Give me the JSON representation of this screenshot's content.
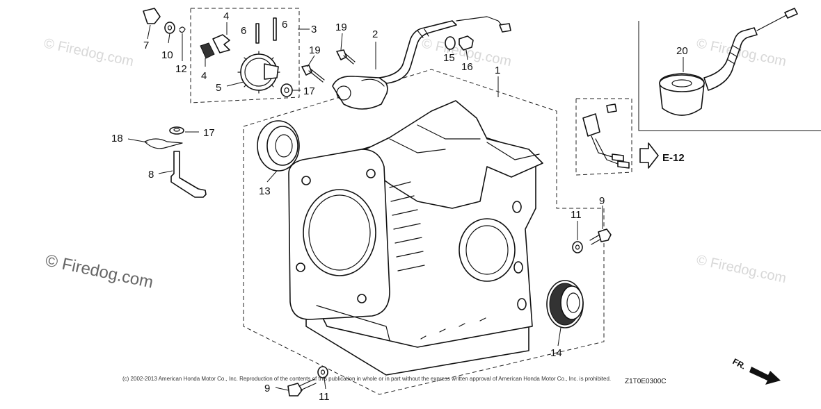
{
  "watermark": {
    "text": "© Firedog.com"
  },
  "callouts": {
    "c1": "1",
    "c2": "2",
    "c3": "3",
    "c4a": "4",
    "c4b": "4",
    "c5": "5",
    "c6a": "6",
    "c6b": "6",
    "c7": "7",
    "c8": "8",
    "c9a": "9",
    "c9b": "9",
    "c10": "10",
    "c11a": "11",
    "c11b": "11",
    "c12": "12",
    "c13": "13",
    "c14": "14",
    "c15": "15",
    "c16": "16",
    "c17a": "17",
    "c17b": "17",
    "c18": "18",
    "c19a": "19",
    "c19b": "19",
    "c20": "20"
  },
  "reference": {
    "label": "E-12"
  },
  "direction": {
    "label": "FR."
  },
  "footer": {
    "copyright": "(c) 2002-2013 American Honda Motor Co., Inc. Reproduction of the contents of this publication in whole or in part without the express written approval of American Honda Motor Co., Inc. is prohibited.",
    "diagram_code": "Z1T0E0300C"
  }
}
